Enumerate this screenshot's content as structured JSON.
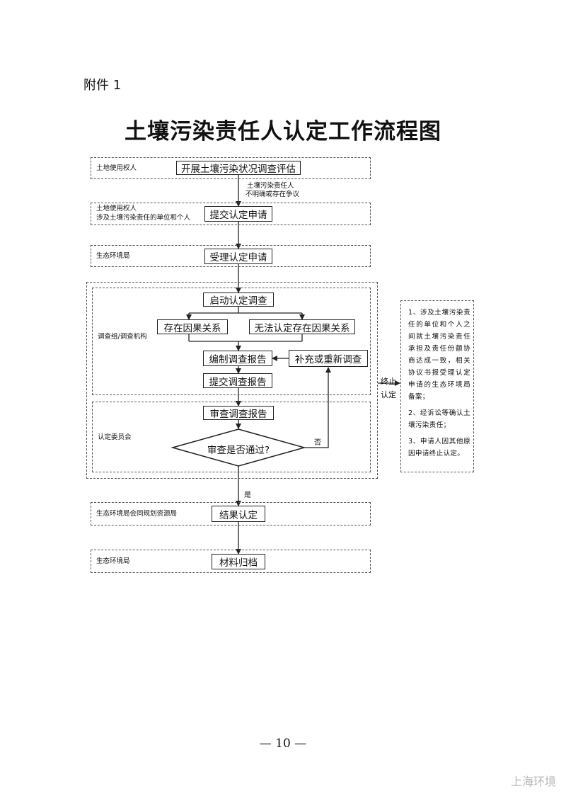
{
  "attachment_label": "附件 1",
  "title": "土壤污染责任人认定工作流程图",
  "lanes": [
    {
      "label": "土地使用权人"
    },
    {
      "label_lines": [
        "土地使用权人",
        "涉及土壤污染责任的单位和个人"
      ]
    },
    {
      "label": "生态环境局"
    },
    {
      "label": "调查组/调查机构"
    },
    {
      "label": "认定委员会"
    },
    {
      "label": "生态环境局会同规划资源局"
    },
    {
      "label": "生态环境局"
    }
  ],
  "steps": {
    "s1": "开展土壤污染状况调查评估",
    "s2": "提交认定申请",
    "s3": "受理认定申请",
    "s4": "启动认定调查",
    "s5a": "存在因果关系",
    "s5b": "无法认定存在因果关系",
    "s6": "编制调查报告",
    "s6b": "补充或重新调查",
    "s7": "提交调查报告",
    "s8": "审查调查报告",
    "decision": "审查是否通过?",
    "s9": "结果认定",
    "s10": "材料归档"
  },
  "edge_labels": {
    "condition_line1": "土壤污染责任人",
    "condition_line2": "不明确或存在争议",
    "no": "否",
    "yes": "是"
  },
  "termination": {
    "label_line1": "终止",
    "label_line2": "认定",
    "items": [
      "1、涉及土壤污染责任的单位和个人之间就土壤污染责任承担及责任份额协商达成一致，相关协议书报受理认定申请的生态环境局备案；",
      "2、经诉讼等确认土壤污染责任；",
      "3、申请人因其他原因申请终止认定。"
    ]
  },
  "page_number": "— 10 —",
  "watermark": "上海环境"
}
